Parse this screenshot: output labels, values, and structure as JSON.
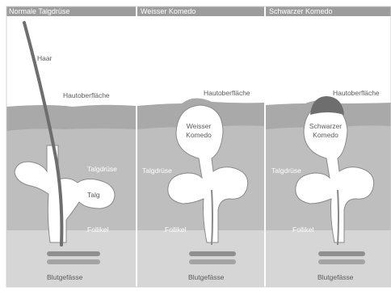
{
  "colors": {
    "header": "#9c9c9c",
    "sky": "#ffffff",
    "surface_band": "#a9a9a9",
    "dermis": "#bebebe",
    "deep_dermis": "#d6d6d6",
    "gland_fill": "#ffffff",
    "gland_stroke": "#8a8a8a",
    "label_light": "#ffffff",
    "label_dark": "#5a5a5a",
    "vessel": "#8f8f8f",
    "black_plug": "#6e6e6e"
  },
  "panels": [
    {
      "title": "Normale Talgdrüse",
      "labels": {
        "hair": "Haar",
        "surface": "Hautoberfläche",
        "gland": "Talgdrüse",
        "sebum": "Talg",
        "follicle": "Follikel",
        "vessels": "Blutgefässe"
      }
    },
    {
      "title": "Weisser Komedo",
      "labels": {
        "surface": "Hautoberfläche",
        "comedo_line1": "Weisser",
        "comedo_line2": "Komedo",
        "gland": "Talgdrüse",
        "follicle": "Follikel",
        "vessels": "Blutgefässe"
      }
    },
    {
      "title": "Schwarzer Komedo",
      "labels": {
        "surface": "Hautoberfläche",
        "comedo_line1": "Schwarzer",
        "comedo_line2": "Komedo",
        "gland": "Talgdrüse",
        "follicle": "Follikel",
        "vessels": "Blutgefässe"
      }
    }
  ]
}
